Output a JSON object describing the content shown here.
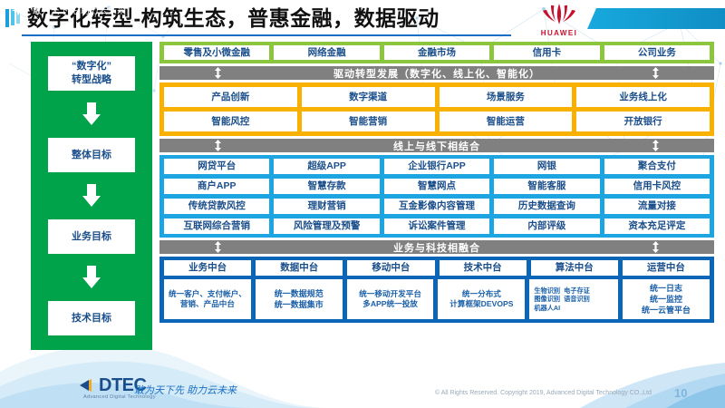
{
  "header": {
    "title": "数字化转型-构筑生态，普惠金融，数据驱动",
    "brand": "HUAWEI",
    "ribbon_text": "敢为天下先 助力云未来"
  },
  "sidebar": {
    "items": [
      {
        "label": "“数字化”\n转型战略"
      },
      {
        "label": "整体目标"
      },
      {
        "label": "业务目标"
      },
      {
        "label": "技术目标"
      }
    ]
  },
  "business_lines": {
    "items": [
      "零售及小微金融",
      "网络金融",
      "金融市场",
      "信用卡",
      "公司业务"
    ]
  },
  "connectors": {
    "drive": "驱动转型发展（数字化、线上化、智能化）",
    "online_offline": "线上与线下相结合",
    "fusion": "业务与科技相融合"
  },
  "overall_goal": {
    "row1": [
      "产品创新",
      "数字渠道",
      "场景服务",
      "业务线上化"
    ],
    "row2": [
      "智能风控",
      "智能营销",
      "智能运营",
      "开放银行"
    ]
  },
  "business_goal": {
    "row1": [
      "网贷平台",
      "超级APP",
      "企业银行APP",
      "网银",
      "聚合支付"
    ],
    "row2": [
      "商户APP",
      "智慧存款",
      "智慧网点",
      "智能客服",
      "信用卡风控"
    ],
    "row3": [
      "传统贷款风控",
      "理财营销",
      "互金影像内容管理",
      "历史数据查询",
      "流量对接"
    ],
    "row4": [
      "互联网综合营销",
      "风险管理及预警",
      "诉讼案件管理",
      "内部评级",
      "资本充足评定"
    ]
  },
  "tech_goal": {
    "titles": [
      "业务中台",
      "数据中台",
      "移动中台",
      "技术中台",
      "算法中台",
      "运营中台"
    ],
    "details": [
      "统一客户、支付帐户、营销、产品中台",
      "统一数据规范\n统一数据集市",
      "统一移动开发平台\n多APP统一投放",
      "统一分布式\n计算框架DEVOPS",
      "",
      "统一日志\n统一监控\n统一云管平台"
    ],
    "algo_pairs": [
      [
        "生物识别",
        "电子存证"
      ],
      [
        "图像识别",
        "语音识别"
      ],
      [
        "机器人AI",
        ""
      ]
    ]
  },
  "footer": {
    "logo_text": "DTEC",
    "logo_sub": "Advanced Digital Technology",
    "slogan": "敢为天下先   助力云未来",
    "copyright": "© All Rights Reserved. Copyright 2019, Advanced Digital Technology CO.,Ltd",
    "page": "10"
  },
  "colors": {
    "green_band": "#8cc63f",
    "green_side": "#00a34a",
    "orange_band": "#f9b100",
    "blue_band": "#1ca5e0",
    "dark_blue_band": "#0b66b8",
    "connector_gray": "#808080",
    "cell_text": "#1a4e8a",
    "huawei_red": "#c8102e"
  }
}
